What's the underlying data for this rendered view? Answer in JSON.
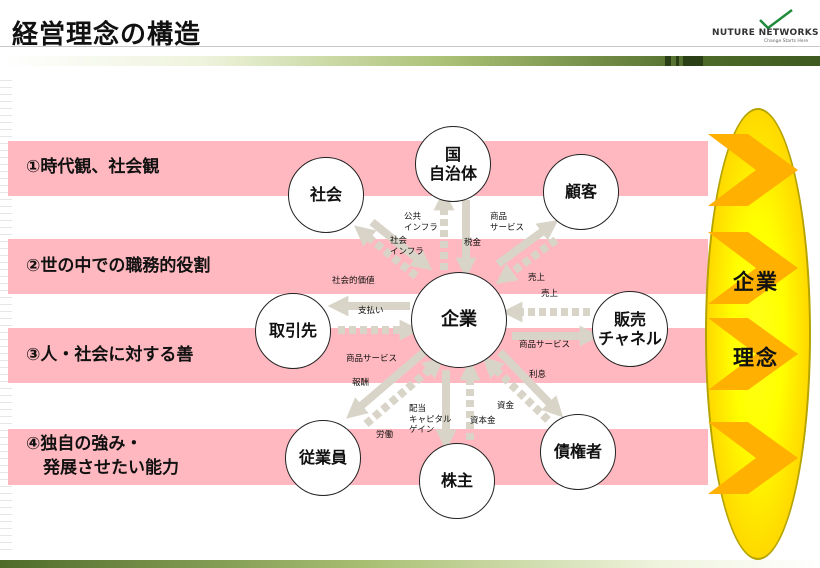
{
  "header": {
    "title": "経営理念の構造",
    "logo_text": "NUTURE NETWORKS",
    "logo_tagline": "Change Starts Here"
  },
  "rows": [
    {
      "label": "①時代観、社会観"
    },
    {
      "label": "②世の中での職務的役割"
    },
    {
      "label": "③人・社会に対する善"
    },
    {
      "label": "④独自の強み・\n　発展させたい能力"
    }
  ],
  "philosophy": {
    "line1": "企業",
    "line2": "理念"
  },
  "nodes": {
    "center": "企業",
    "government": "国\n自治体",
    "society": "社会",
    "customers": "顧客",
    "suppliers": "取引先",
    "sales_channel": "販売\nチャネル",
    "employees": "従業員",
    "shareholders": "株主",
    "creditors": "債権者"
  },
  "flows": {
    "public_infra": "公共\nインフラ",
    "society_infra": "社会\nインフラ",
    "tax": "税金",
    "products_services_customer": "商品\nサービス",
    "social_value": "社会的価値",
    "sales_1": "売上",
    "sales_2": "売上",
    "payment": "支払い",
    "products_services_channel": "商品サービス",
    "products_services_supplier": "商品サービス",
    "interest": "利息",
    "compensation": "報酬",
    "dividend": "配当\nキャピタル\nゲイン",
    "funds": "資金",
    "capital": "資本金",
    "labor": "労働"
  },
  "colors": {
    "row_stripe": "#ffb8bf",
    "ellipse_yellow": "#ffff00",
    "chevron_orange": "#ffb000",
    "arrow_gray": "#d9d4c8",
    "arrow_white": "#ffffff"
  }
}
